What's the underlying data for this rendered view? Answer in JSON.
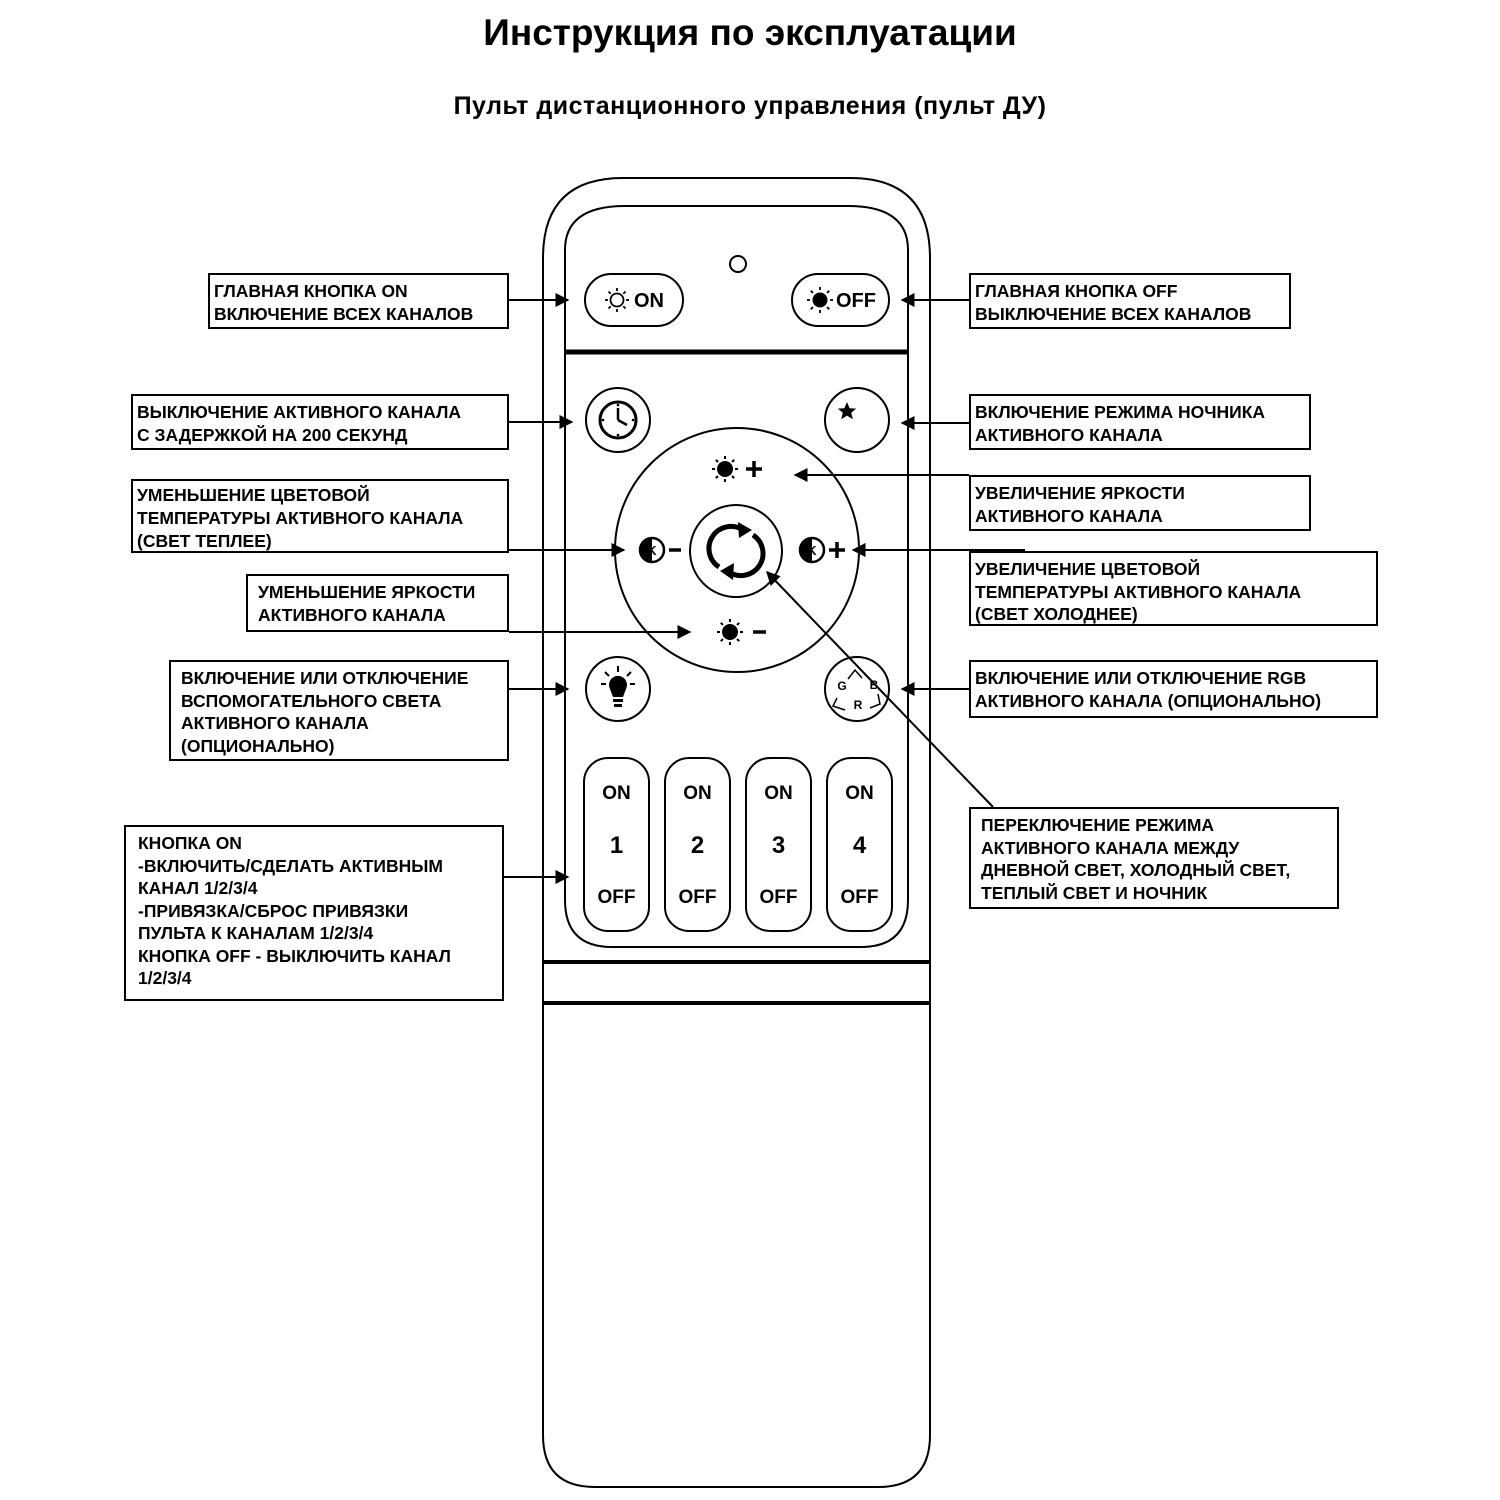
{
  "title": "Инструкция по эксплуатации",
  "subtitle": "Пульт дистанционного управления (пульт ДУ)",
  "remote": {
    "on_button": "ON",
    "off_button": "OFF",
    "rgb_letters": {
      "g": "G",
      "b": "B",
      "r": "R"
    },
    "channels": [
      {
        "on": "ON",
        "number": "1",
        "off": "OFF"
      },
      {
        "on": "ON",
        "number": "2",
        "off": "OFF"
      },
      {
        "on": "ON",
        "number": "3",
        "off": "OFF"
      },
      {
        "on": "ON",
        "number": "4",
        "off": "OFF"
      }
    ]
  },
  "callouts": {
    "main_on": "ГЛАВНАЯ КНОПКА ON\nВКЛЮЧЕНИЕ ВСЕХ КАНАЛОВ",
    "main_off": "ГЛАВНАЯ КНОПКА OFF\nВЫКЛЮЧЕНИЕ ВСЕХ КАНАЛОВ",
    "timer": "ВЫКЛЮЧЕНИЕ АКТИВНОГО КАНАЛА\nС ЗАДЕРЖКОЙ НА 200 СЕКУНД",
    "night": "ВКЛЮЧЕНИЕ РЕЖИМА НОЧНИКА\nАКТИВНОГО КАНАЛА",
    "temp_down": "УМЕНЬШЕНИЕ ЦВЕТОВОЙ\nТЕМПЕРАТУРЫ АКТИВНОГО КАНАЛА\n(СВЕТ ТЕПЛЕЕ)",
    "bright_up": "УВЕЛИЧЕНИЕ ЯРКОСТИ\nАКТИВНОГО КАНАЛА",
    "temp_up": "УВЕЛИЧЕНИЕ ЦВЕТОВОЙ\nТЕМПЕРАТУРЫ АКТИВНОГО КАНАЛА\n(СВЕТ ХОЛОДНЕЕ)",
    "bright_down": "УМЕНЬШЕНИЕ ЯРКОСТИ\nАКТИВНОГО КАНАЛА",
    "aux_light": "ВКЛЮЧЕНИЕ ИЛИ ОТКЛЮЧЕНИЕ\nВСПОМОГАТЕЛЬНОГО СВЕТА\nАКТИВНОГО КАНАЛА\n(ОПЦИОНАЛЬНО)",
    "rgb": "ВКЛЮЧЕНИЕ ИЛИ ОТКЛЮЧЕНИЕ RGB\nАКТИВНОГО КАНАЛА (ОПЦИОНАЛЬНО)",
    "mode_switch": "ПЕРЕКЛЮЧЕНИЕ РЕЖИМА\nАКТИВНОГО КАНАЛА МЕЖДУ\nДНЕВНОЙ СВЕТ, ХОЛОДНЫЙ СВЕТ,\nТЕПЛЫЙ СВЕТ И НОЧНИК",
    "channel_on": "КНОПКА ON\n-ВКЛЮЧИТЬ/СДЕЛАТЬ АКТИВНЫМ\nКАНАЛ 1/2/3/4\n-ПРИВЯЗКА/СБРОС ПРИВЯЗКИ\nПУЛЬТА К КАНАЛАМ 1/2/3/4\nКНОПКА OFF - ВЫКЛЮЧИТЬ КАНАЛ\n1/2/3/4"
  }
}
